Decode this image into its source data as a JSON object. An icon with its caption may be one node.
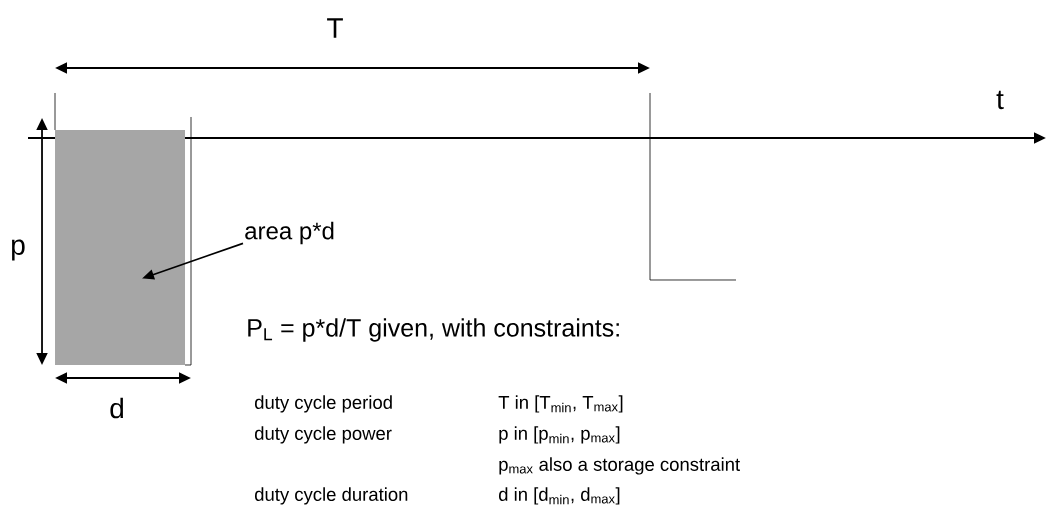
{
  "diagram": {
    "nodes": [
      {
        "text": [
          "area p*d"
        ]
      },
      {
        "text": [],
        "shape": "box"
      }
    ],
    "edges": [
      {
        "from": 0,
        "to": 1,
        "arrow": "to"
      }
    ],
    "labels": [
      "T",
      "t",
      "p",
      "d",
      "P$_{L}$ = p*d/T given, with constraints:",
      "duty cycle period",
      "T in [T$_{min}$, T$_{max}$]",
      "duty cycle power",
      "p in [p$_{min}$, p$_{max}$]",
      "p$_{max}$ also a storage constraint",
      "duty cycle duration",
      "d in [d$_{min}$, d$_{max}$]"
    ]
  }
}
